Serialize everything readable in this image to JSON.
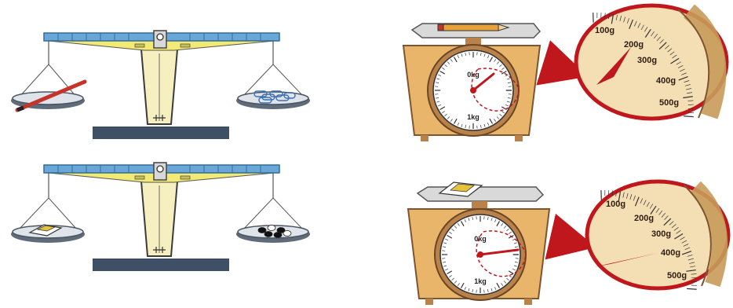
{
  "colors": {
    "beam": "#6aa6d8",
    "beam_dark": "#2f6f9a",
    "arm_yellow": "#f3ea74",
    "post": "#f6efc0",
    "base": "#3f4f66",
    "scale_body": "#e9b56a",
    "scale_body_dark": "#b9824a",
    "needle": "#c0171c",
    "arrow": "#c0171c",
    "lens_rim": "#c0171c",
    "lens_fill": "#f4dfb4"
  },
  "items": {
    "top_left_pan": "pencil",
    "top_right_pan": "paper-clips",
    "bottom_left_pan": "eraser",
    "bottom_right_pan": "go-stones",
    "top_scale_tray": "pencil",
    "bottom_scale_tray": "eraser"
  },
  "scale_top": {
    "face_center_label": "0kg",
    "face_bottom_label": "1kg",
    "zoom_labels": [
      "100g",
      "200g",
      "300g",
      "400g",
      "500g"
    ],
    "reading_g": 200
  },
  "scale_bottom": {
    "face_center_label": "0kg",
    "face_bottom_label": "1kg",
    "zoom_labels": [
      "100g",
      "200g",
      "300g",
      "400g",
      "500g"
    ],
    "reading_g": 400
  }
}
